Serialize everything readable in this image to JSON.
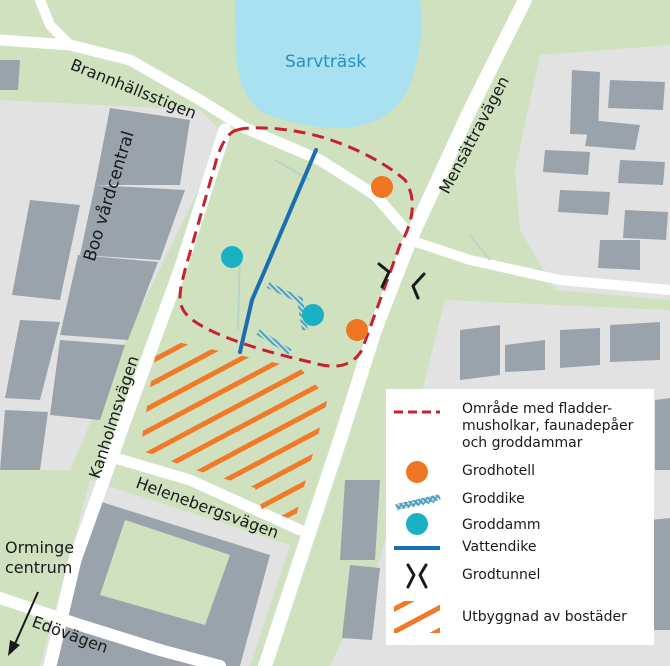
{
  "colors": {
    "background_green": "#cfe1bf",
    "built_area_gray": "#e2e2e2",
    "building_gray": "#9aa3ab",
    "road_white": "#ffffff",
    "lake_blue": "#a9e1f0",
    "boundary_red": "#c8202f",
    "hatch_orange": "#f07a28",
    "frog_hotel_orange": "#ef7623",
    "frog_pond_teal": "#1bb1c4",
    "water_ditch_blue": "#1b6fae",
    "frog_ditch_blue": "#4c9dcf"
  },
  "map": {
    "lake_name": "Sarvträsk",
    "streets": {
      "brannhallsstigen": "Brannhällsstigen",
      "mensattravagen": "Mensättravägen",
      "kanholmsvagen": "Kanholmsvägen",
      "helenebergsvagen": "Helenebergsvägen",
      "edovagen": "Edövägen"
    },
    "boo_vardcentral": "Boo vårdcentral",
    "orminge_line1": "Orminge",
    "orminge_line2": "centrum",
    "orminge_arrow_icon": "arrow-down-left-icon",
    "features": {
      "frog_hotels": 2,
      "frog_ponds": 2,
      "frog_tunnels": 1,
      "water_ditches": 1,
      "frog_ditches": 2
    }
  },
  "legend": {
    "items": [
      {
        "icon": "dashed-boundary-icon",
        "text": "Område med fladder-\nmusholkar, faunadepåer\noch groddammar"
      },
      {
        "icon": "frog-hotel-icon",
        "text": "Grodhotell"
      },
      {
        "icon": "frog-ditch-icon",
        "text": "Groddike"
      },
      {
        "icon": "frog-pond-icon",
        "text": "Groddamm"
      },
      {
        "icon": "water-ditch-icon",
        "text": "Vattendike"
      },
      {
        "icon": "frog-tunnel-icon",
        "text": "Grodtunnel"
      },
      {
        "icon": "housing-development-icon",
        "text": "Utbyggnad av bostäder"
      }
    ]
  }
}
